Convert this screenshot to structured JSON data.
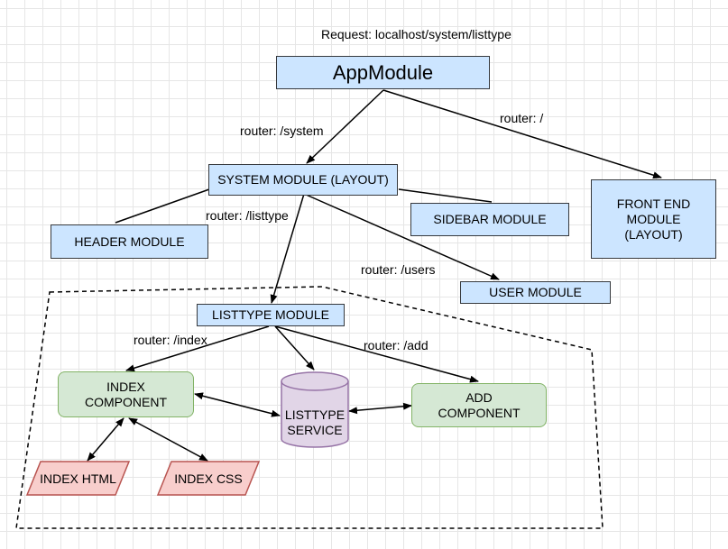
{
  "request_label": "Request: localhost/system/listtype",
  "nodes": {
    "app_module": "AppModule",
    "system_module": "SYSTEM MODULE (LAYOUT)",
    "front_end_module": [
      "FRONT END",
      "MODULE",
      "(LAYOUT)"
    ],
    "header_module": "HEADER MODULE",
    "sidebar_module": "SIDEBAR MODULE",
    "user_module": "USER MODULE",
    "listtype_module": "LISTTYPE MODULE",
    "index_component": [
      "INDEX",
      "COMPONENT"
    ],
    "add_component": [
      "ADD",
      "COMPONENT"
    ],
    "listtype_service": [
      "LISTTYPE",
      "SERVICE"
    ],
    "index_html": "INDEX HTML",
    "index_css": "INDEX CSS"
  },
  "edge_labels": {
    "system": "router: /system",
    "root": "router: /",
    "listtype": "router: /listtype",
    "users": "router: /users",
    "index": "router: /index",
    "add": "router: /add"
  },
  "colors": {
    "module_fill": "#cce5ff",
    "module_stroke": "#36393d",
    "component_fill": "#d5e8d4",
    "component_stroke": "#82b366",
    "service_fill": "#e1d5e7",
    "service_stroke": "#9673a6",
    "file_fill": "#f8cecc",
    "file_stroke": "#b85450"
  }
}
